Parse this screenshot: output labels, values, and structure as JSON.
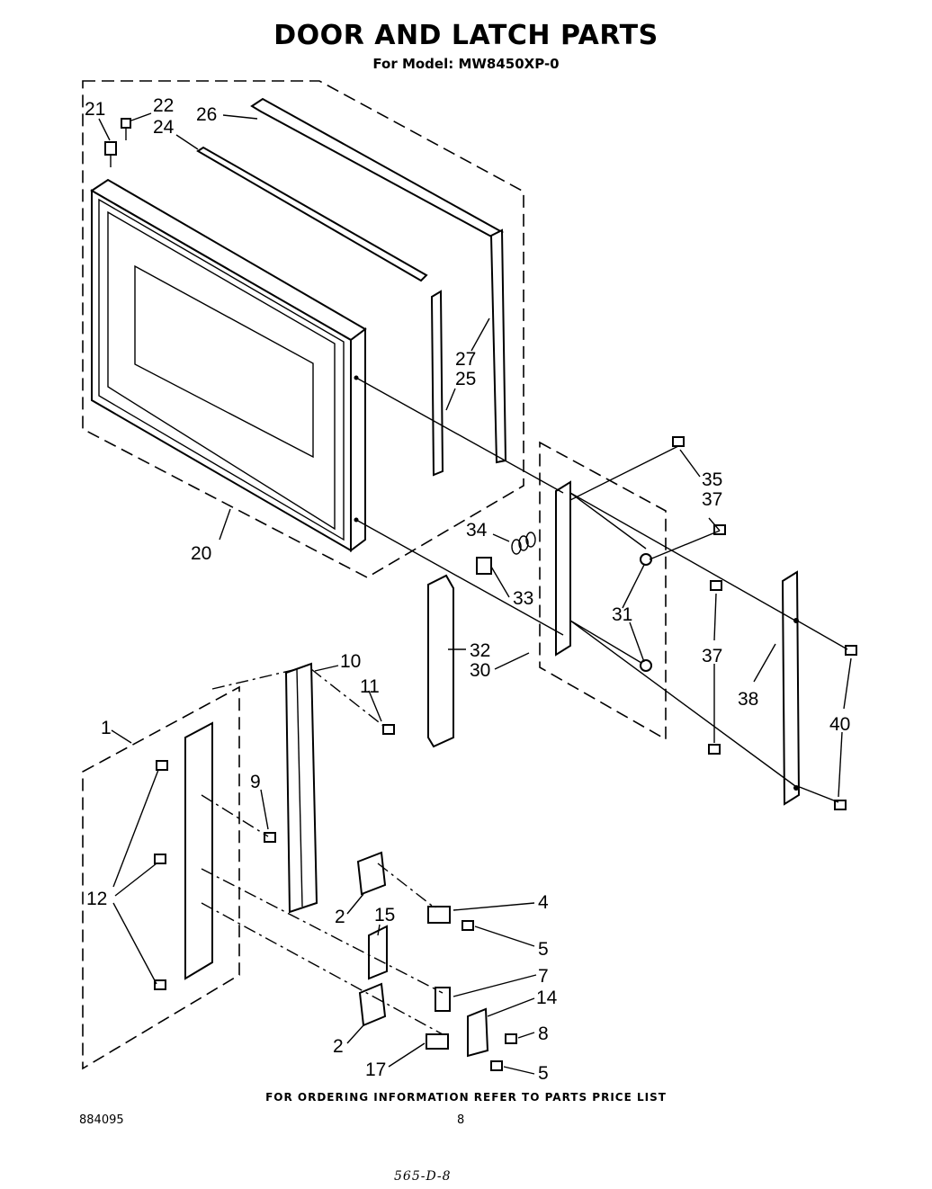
{
  "header": {
    "title": "DOOR AND LATCH PARTS",
    "subtitle": "For Model: MW8450XP-0"
  },
  "callouts": {
    "c1": "1",
    "c2a": "2",
    "c2b": "2",
    "c4": "4",
    "c5a": "5",
    "c5b": "5",
    "c7": "7",
    "c8": "8",
    "c9": "9",
    "c10": "10",
    "c11": "11",
    "c12": "12",
    "c14": "14",
    "c15": "15",
    "c17": "17",
    "c20": "20",
    "c21": "21",
    "c22": "22",
    "c24": "24",
    "c25": "25",
    "c26": "26",
    "c27": "27",
    "c30": "30",
    "c31": "31",
    "c32": "32",
    "c33": "33",
    "c34": "34",
    "c35": "35",
    "c37a": "37",
    "c37b": "37",
    "c38": "38",
    "c40": "40"
  },
  "footer": {
    "ordering_note": "FOR ORDERING INFORMATION REFER TO PARTS PRICE LIST",
    "document_number": "884095",
    "page_number": "8",
    "handwritten_note": "565-D-8"
  }
}
